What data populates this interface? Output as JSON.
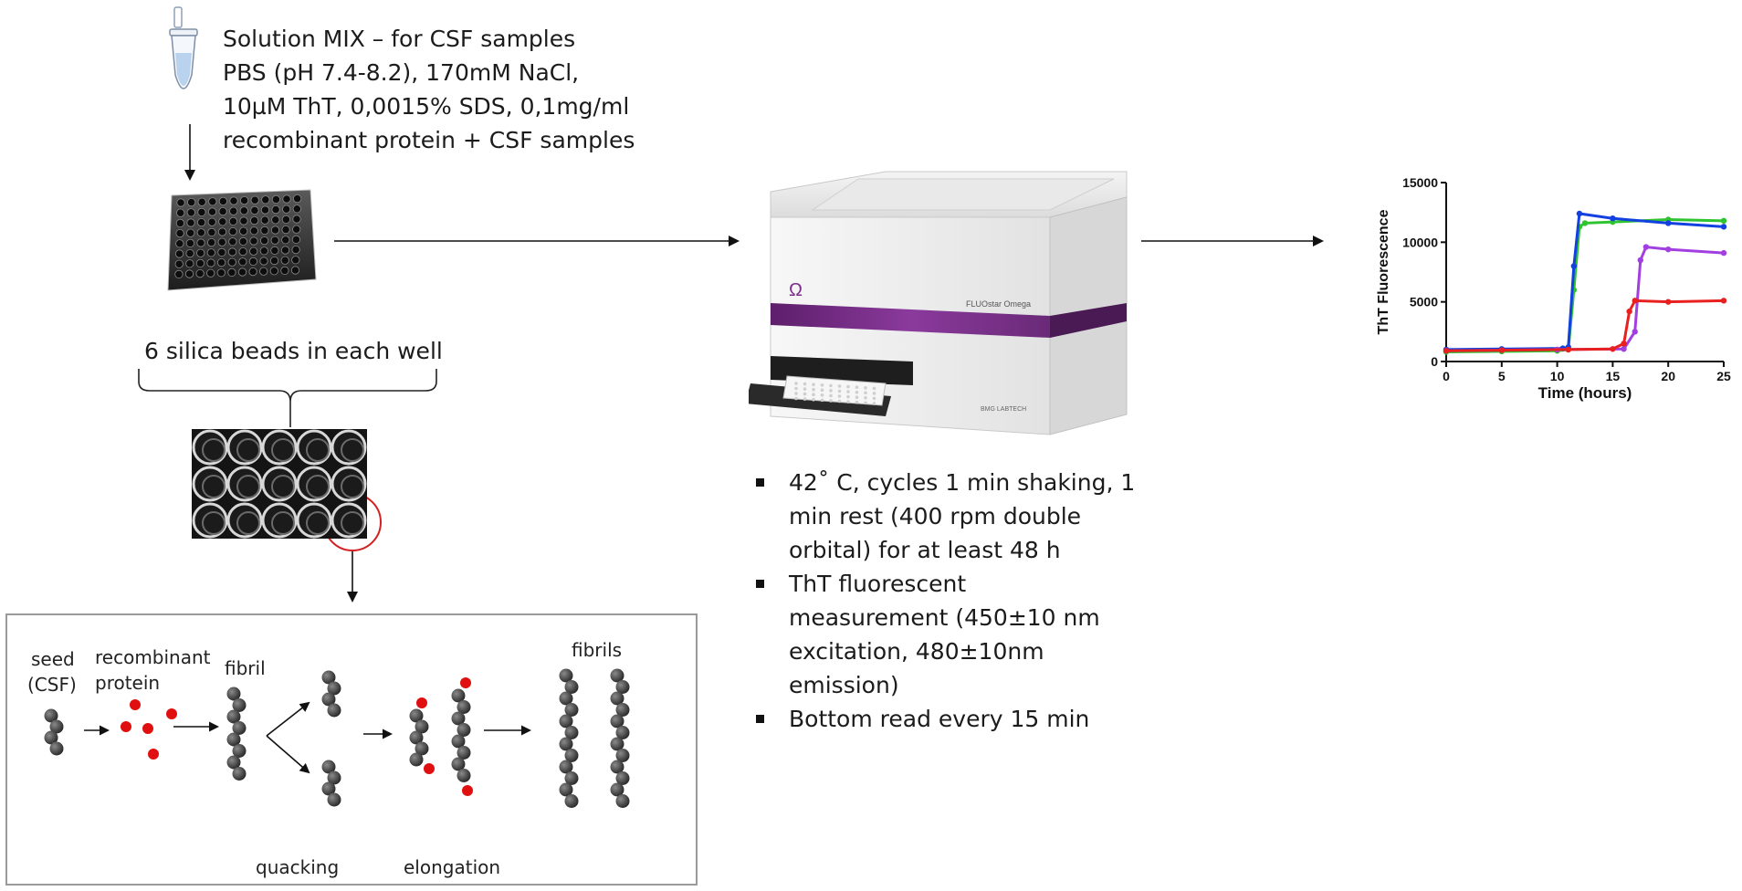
{
  "solution": {
    "lines": [
      "Solution MIX – for CSF samples",
      "PBS (pH 7.4-8.2), 170mM NaCl,",
      "10µM ThT, 0,0015% SDS, 0,1mg/ml",
      "recombinant protein + CSF samples"
    ]
  },
  "beads_label": "6 silica beads in each well",
  "process": {
    "seed": "seed",
    "csf": "(CSF)",
    "recombinant": "recombinant",
    "protein": "protein",
    "fibril": "fibril",
    "fibrils": "fibrils",
    "quacking": "quacking",
    "elongation": "elongation"
  },
  "instrument": {
    "brand_label": "FLUOstar Omega",
    "maker_label": "BMG LABTECH",
    "omega_symbol": "Ω"
  },
  "conditions": [
    "42˚ C, cycles 1 min shaking, 1\nmin rest (400 rpm double\norbital) for at least 48 h",
    "ThT fluorescent\nmeasurement (450±10 nm\nexcitation, 480±10nm\nemission)",
    "Bottom read every 15 min"
  ],
  "colors": {
    "green": "#2fc42f",
    "blue": "#1340e0",
    "purple": "#a23fe0",
    "red": "#e82020",
    "bead": "#3a3a3a",
    "monomer": "#e01010",
    "instrument_band": "#7a2e8a"
  },
  "chart_data": {
    "type": "line",
    "xlabel": "Time (hours)",
    "ylabel": "ThT Fluorescence",
    "xlim": [
      0,
      25
    ],
    "ylim": [
      0,
      15000
    ],
    "xticks": [
      0,
      5,
      10,
      15,
      20,
      25
    ],
    "yticks": [
      0,
      5000,
      10000,
      15000
    ],
    "series": [
      {
        "color": "green",
        "x": [
          0,
          5,
          10,
          11,
          11.5,
          12,
          12.5,
          15,
          20,
          25
        ],
        "y": [
          800,
          850,
          900,
          1000,
          6000,
          11300,
          11600,
          11700,
          11900,
          11800
        ]
      },
      {
        "color": "blue",
        "x": [
          0,
          5,
          10.5,
          11,
          11.5,
          12,
          15,
          20,
          25
        ],
        "y": [
          1000,
          1050,
          1100,
          1200,
          8000,
          12400,
          12000,
          11600,
          11300
        ]
      },
      {
        "color": "purple",
        "x": [
          0,
          5,
          10,
          16,
          17,
          17.5,
          18,
          20,
          25
        ],
        "y": [
          900,
          950,
          1000,
          1050,
          2500,
          8500,
          9600,
          9400,
          9100
        ]
      },
      {
        "color": "red",
        "x": [
          0,
          5,
          11,
          15,
          16,
          16.5,
          17,
          20,
          25
        ],
        "y": [
          900,
          950,
          1000,
          1050,
          1500,
          4200,
          5100,
          5000,
          5100
        ]
      }
    ]
  }
}
